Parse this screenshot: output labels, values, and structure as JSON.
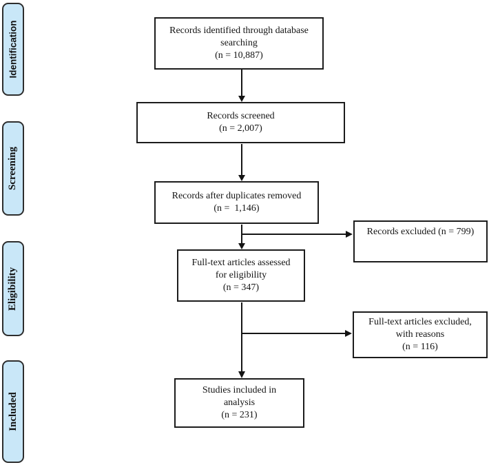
{
  "stages": [
    {
      "label": "Identification"
    },
    {
      "label": "Screening"
    },
    {
      "label": "Eligibility"
    },
    {
      "label": "Included"
    }
  ],
  "boxes": {
    "identified": {
      "lines": [
        "Records identified through database",
        "searching",
        "(n = 10,887)"
      ],
      "n": 10887
    },
    "screened": {
      "lines": [
        "Records screened",
        "(n = 2,007)"
      ],
      "n": 2007
    },
    "duplicates_removed": {
      "lines": [
        "Records after duplicates removed",
        "(n =  1,146)"
      ],
      "n": 1146
    },
    "fulltext_assessed": {
      "lines": [
        "Full-text articles assessed",
        "for eligibility",
        "(n = 347)"
      ],
      "n": 347
    },
    "included_analysis": {
      "lines": [
        "Studies included in",
        "analysis",
        "(n = 231)"
      ],
      "n": 231
    },
    "records_excluded": {
      "lines": [
        "Records excluded (n = 799)"
      ],
      "n": 799
    },
    "fulltext_excluded": {
      "lines": [
        "Full-text articles excluded,",
        "with reasons",
        "(n = 116)"
      ],
      "n": 116
    }
  },
  "colors": {
    "stage_tab_fill": "#c9e7f8",
    "stage_tab_border": "#2d2d2d",
    "box_border": "#1b1b1b",
    "arrow": "#141414",
    "background": "#ffffff"
  }
}
